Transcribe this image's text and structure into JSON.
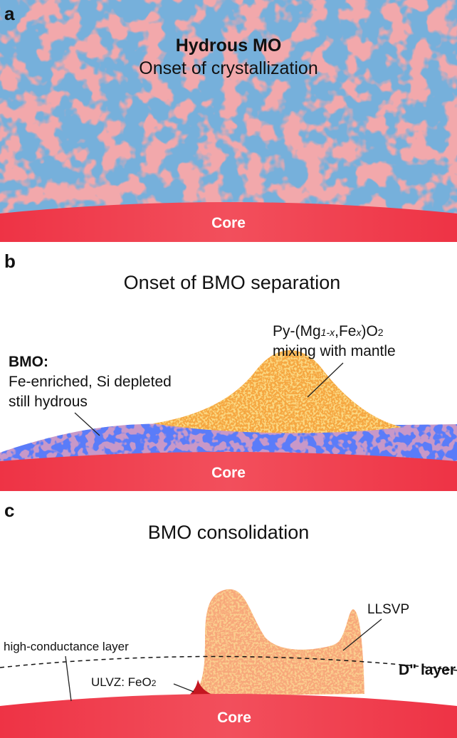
{
  "panel_a": {
    "letter": "a",
    "title_bold": "Hydrous MO",
    "subtitle": "Onset of crystallization",
    "core_label": "Core"
  },
  "panel_b": {
    "letter": "b",
    "title": "Onset of BMO separation",
    "bmo_label": "BMO:",
    "bmo_desc_1": "Fe-enriched, Si depleted",
    "bmo_desc_2": "still hydrous",
    "py_prefix": "Py-(Mg",
    "py_sub1": "1-x",
    "py_mid": ",Fe",
    "py_sub2": "x",
    "py_suffix": ")O",
    "py_sub3": "2",
    "py_line2": "mixing with mantle",
    "core_label": "Core"
  },
  "panel_c": {
    "letter": "c",
    "title": "BMO consolidation",
    "llsvp_label": "LLSVP",
    "hcl_label": "high-conductance layer",
    "ulvz_label": "ULVZ: FeO",
    "ulvz_sub": "2",
    "dlayer_label": "D\" layer",
    "core_label": "Core"
  },
  "colors": {
    "core": "#f2384a",
    "magma_pink": "#f2a8ab",
    "crystal_blue": "#2f6fb5",
    "orange": "#f5a640",
    "llsvp": "#f7a77a",
    "ulvz": "#c41620"
  }
}
